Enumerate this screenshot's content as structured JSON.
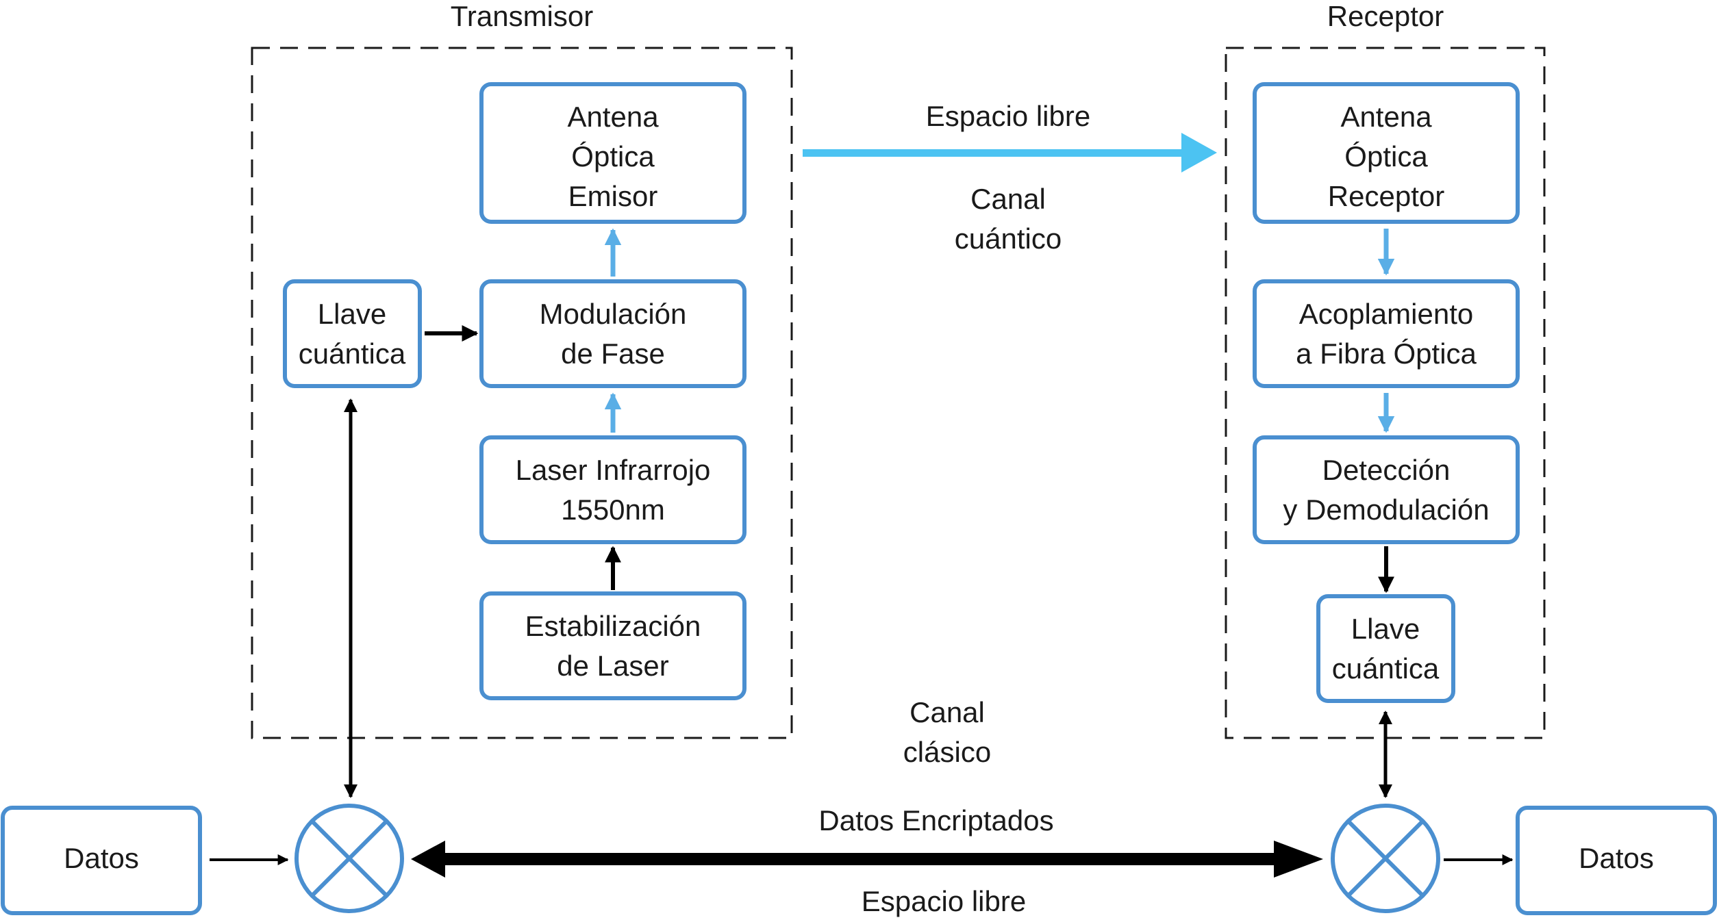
{
  "colors": {
    "box_stroke": "#4a8fd0",
    "quantum_arrow": "#4cc3f2",
    "internal_arrow": "#5aaee6",
    "black_arrow": "#000000",
    "dashed_frame": "#1a1a1a"
  },
  "transmitter": {
    "title": "Transmisor",
    "antenna": [
      "Antena",
      "Óptica",
      "Emisor"
    ],
    "modulation": [
      "Modulación",
      "de Fase"
    ],
    "laser": [
      "Laser Infrarrojo",
      "1550nm"
    ],
    "stabilization": [
      "Estabilización",
      "de Laser"
    ],
    "key": [
      "Llave",
      "cuántica"
    ]
  },
  "receiver": {
    "title": "Receptor",
    "antenna": [
      "Antena",
      "Óptica",
      "Receptor"
    ],
    "coupling": [
      "Acoplamiento",
      "a Fibra Óptica"
    ],
    "detection": [
      "Detección",
      "y Demodulación"
    ],
    "key": [
      "Llave",
      "cuántica"
    ]
  },
  "quantum_channel": {
    "top_label": "Espacio libre",
    "name": [
      "Canal",
      "cuántico"
    ]
  },
  "classical_channel": {
    "name": [
      "Canal",
      "clásico"
    ],
    "top_label": "Datos Encriptados",
    "bottom_label": "Espacio libre"
  },
  "data_left": "Datos",
  "data_right": "Datos",
  "icons": [
    "xor-mixer-icon",
    "xor-mixer-icon"
  ]
}
